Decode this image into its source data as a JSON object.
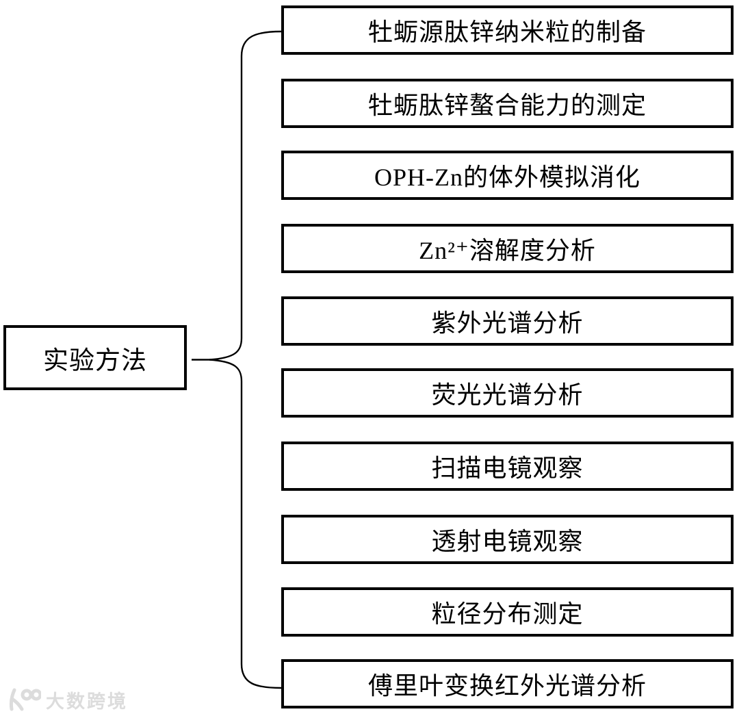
{
  "diagram": {
    "root": {
      "label": "实验方法"
    },
    "branches": [
      {
        "label": "牡蛎源肽锌纳米粒的制备"
      },
      {
        "label": "牡蛎肽锌螯合能力的测定"
      },
      {
        "label": "OPH-Zn的体外模拟消化"
      },
      {
        "label": "Zn²⁺溶解度分析"
      },
      {
        "label": "紫外光谱分析"
      },
      {
        "label": "荧光光谱分析"
      },
      {
        "label": "扫描电镜观察"
      },
      {
        "label": "透射电镜观察"
      },
      {
        "label": "粒径分布测定"
      },
      {
        "label": "傅里叶变换红外光谱分析"
      }
    ]
  },
  "watermark": {
    "text": "大数跨境"
  },
  "colors": {
    "line": "#000000",
    "background": "#ffffff",
    "watermark": "#dcdcdc"
  }
}
